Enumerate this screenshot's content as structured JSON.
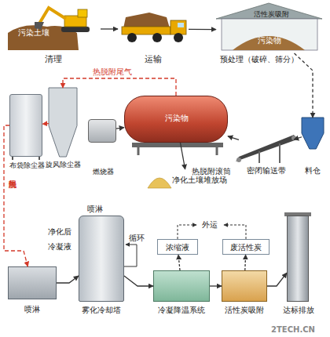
{
  "diagram": {
    "nodes": [
      {
        "text": [
          "污染土壤",
          "清理"
        ]
      },
      {
        "text": [
          "运输"
        ]
      },
      {
        "text": [
          "活性炭吸附",
          "污染物",
          "预处理（破碎、筛分）"
        ]
      },
      {
        "text": [
          "布袋除尘器"
        ]
      },
      {
        "text": [
          "旋风除尘器"
        ]
      },
      {
        "text": [
          "燃烧器"
        ]
      },
      {
        "text": [
          "污染物",
          "热脱附滚筒"
        ]
      },
      {
        "text": [
          "密闭输送带"
        ]
      },
      {
        "text": [
          "料仓"
        ]
      },
      {
        "text": [
          "净化土壤堆放场"
        ]
      },
      {
        "text": [
          "浓缩液"
        ]
      },
      {
        "text": [
          "废活性炭"
        ]
      },
      {
        "text": [
          "喷淋"
        ]
      },
      {
        "text": [
          "雾化冷却塔"
        ]
      },
      {
        "text": [
          "冷凝降温系统"
        ]
      },
      {
        "text": [
          "活性炭吸附"
        ]
      },
      {
        "text": [
          "达标排放"
        ]
      }
    ],
    "edges": [
      {
        "from": 0,
        "to": 1,
        "arrow": "to"
      },
      {
        "from": 1,
        "to": 2,
        "arrow": "to"
      },
      {
        "from": 2,
        "to": 8,
        "arrow": "to"
      },
      {
        "from": 8,
        "to": 7,
        "arrow": "to"
      },
      {
        "from": 7,
        "to": 6,
        "arrow": "to"
      },
      {
        "from": 5,
        "to": 6,
        "arrow": "to"
      },
      {
        "from": 6,
        "to": 9,
        "arrow": "to"
      },
      {
        "from": 6,
        "to": 4,
        "label": "热脱附尾气",
        "arrow": "to"
      },
      {
        "from": 4,
        "to": 3,
        "arrow": "to"
      },
      {
        "from": 3,
        "to": 12,
        "label": "热脱附尾气",
        "arrow": "to"
      },
      {
        "from": 12,
        "to": 13,
        "arrow": "to"
      },
      {
        "from": 13,
        "to": 14,
        "arrow": "to"
      },
      {
        "from": 14,
        "to": 15,
        "arrow": "to"
      },
      {
        "from": 15,
        "to": 16,
        "arrow": "to"
      },
      {
        "from": 14,
        "to": 10,
        "arrow": "to"
      },
      {
        "from": 15,
        "to": 11,
        "arrow": "to"
      }
    ],
    "labels": [
      "外运",
      "喷淋",
      "净化后",
      "冷凝液",
      "循环",
      "2TECH.CN"
    ]
  }
}
